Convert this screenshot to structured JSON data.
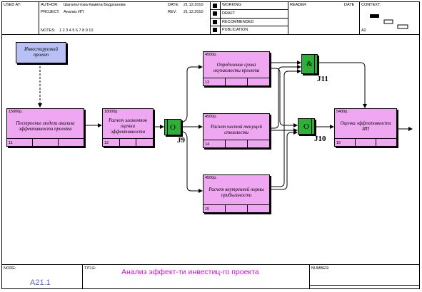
{
  "header": {
    "used_at_label": "USED AT:",
    "author_label": "AUTHOR:",
    "author": "Шагалелтова Камила Бедрханова",
    "project_label": "PROJECT:",
    "project": "Анализ ИП",
    "date_label": "DATE:",
    "date": "21.12.2010",
    "rev_label": "REV:",
    "rev": "21.12.2010",
    "notes_label": "NOTES:",
    "notes": "1  2  3  4  5  6  7  8  9  10",
    "status": [
      "WORKING",
      "DRAFT",
      "RECOMMENDED",
      "PUBLICATION"
    ],
    "reader_label": "READER",
    "reader_date_label": "DATE",
    "context_label": "CONTEXT:",
    "context_node": "A2"
  },
  "diagram": {
    "reference": {
      "title": "Инвестируемый проект"
    },
    "boxes": [
      {
        "id": "b11",
        "cost": "15000р.",
        "title": "Построение модели анализа эффективности проекта",
        "num": "11"
      },
      {
        "id": "b12",
        "cost": "18000р.",
        "title": "Расчет элементов оценки эффективности",
        "num": "12"
      },
      {
        "id": "b13",
        "cost": "4500р.",
        "title": "Определение срока окупаемости проекта",
        "num": "13"
      },
      {
        "id": "b14",
        "cost": "4500р.",
        "title": "Расчет чистой текущей стоимости",
        "num": "14"
      },
      {
        "id": "b15",
        "cost": "4500р.",
        "title": "Расчет внутренней нормы прибыльности",
        "num": "15"
      },
      {
        "id": "b16",
        "cost": "5400р.",
        "title": "Оценка эффективности ИП",
        "num": "16"
      }
    ],
    "junctions": [
      {
        "id": "j9",
        "symbol": "O",
        "label": "J9"
      },
      {
        "id": "j10",
        "symbol": "O",
        "label": "J10"
      },
      {
        "id": "j11",
        "symbol": "&",
        "label": "J11"
      }
    ]
  },
  "footer": {
    "node_label": "NODE:",
    "node": "A21.1",
    "title_label": "TITLE:",
    "title": "Анализ эффект-ти инвестиц-го проекта",
    "number_label": "NUMBER:"
  },
  "colors": {
    "box": "#f0a7f2",
    "reference": "#b9c1f4",
    "junction": "#2faf3a",
    "title": "#d60bd6",
    "node": "#5b5bd6"
  }
}
